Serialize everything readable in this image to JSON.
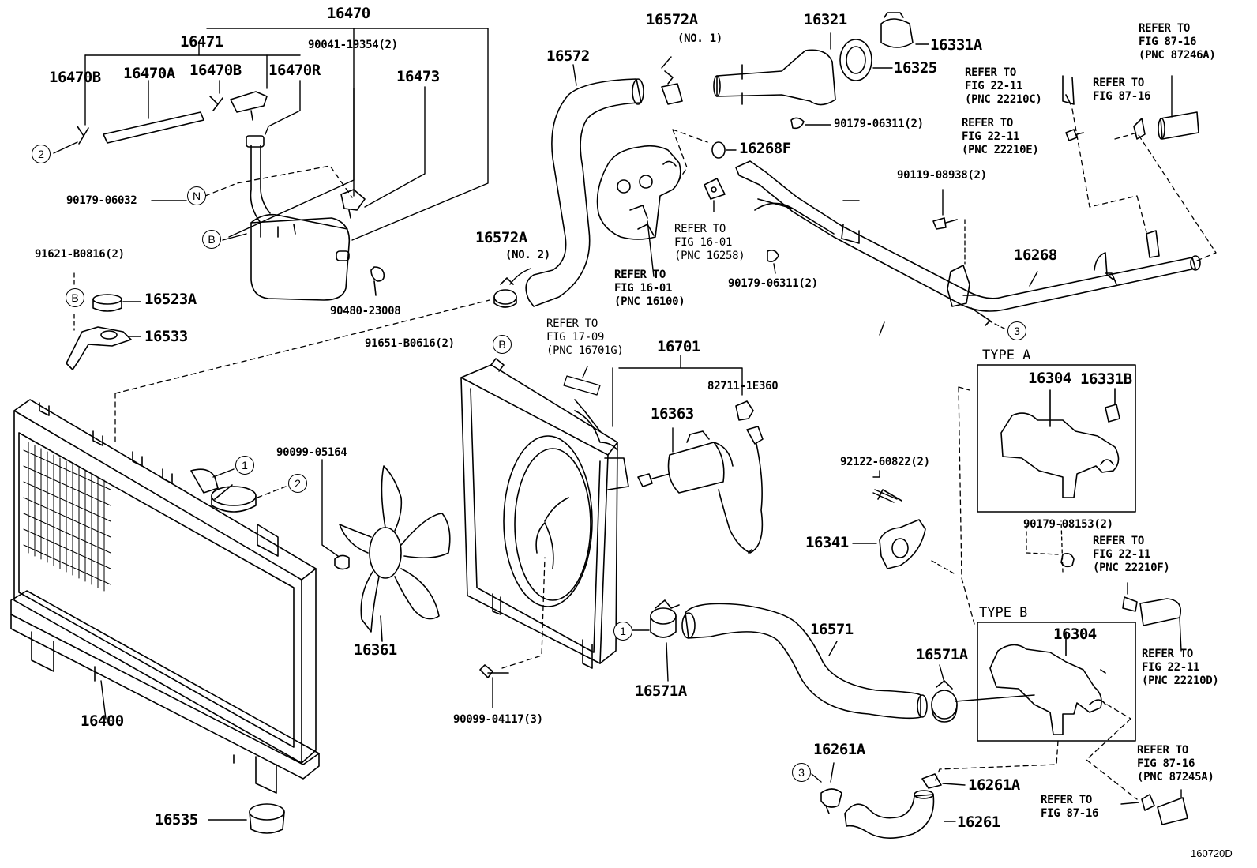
{
  "diagram": {
    "illustration_id": "160720D",
    "type_a": "TYPE A",
    "type_b": "TYPE B",
    "markers": {
      "one": "1",
      "two": "2",
      "three": "3",
      "b": "B",
      "n": "N"
    },
    "parts": {
      "p16470": "16470",
      "p16471": "16471",
      "p90041_19354": "90041-19354(2)",
      "p16470B_left": "16470B",
      "p16470A": "16470A",
      "p16470B_mid": "16470B",
      "p16470R": "16470R",
      "p16473": "16473",
      "p90179_06032": "90179-06032",
      "p91621_B0816": "91621-B0816(2)",
      "p16523A": "16523A",
      "p16533": "16533",
      "p90480_23008": "90480-23008",
      "p91651_B0616": "91651-B0616(2)",
      "p16572": "16572",
      "p16572A_1": "16572A",
      "no1": "(NO. 1)",
      "p16572A_2": "16572A",
      "no2": "(NO. 2)",
      "p16321": "16321",
      "p16331A": "16331A",
      "p16325": "16325",
      "p90179_06311_a": "90179-06311(2)",
      "p16268F": "16268F",
      "p90119_08938": "90119-08938(2)",
      "p16268": "16268",
      "p90179_06311_b": "90179-06311(2)",
      "p16701": "16701",
      "p82711_1E360": "82711-1E360",
      "p16363": "16363",
      "p90099_05164": "90099-05164",
      "p16361": "16361",
      "p16400": "16400",
      "p16535": "16535",
      "p90099_04117": "90099-04117(3)",
      "p16571A_mid": "16571A",
      "p16571": "16571",
      "p16571A_right": "16571A",
      "p92122_60822": "92122-60822(2)",
      "p16341": "16341",
      "p16304_a": "16304",
      "p16331B": "16331B",
      "p90179_08153": "90179-08153(2)",
      "p16304_b": "16304",
      "p16261A_left": "16261A",
      "p16261A_right": "16261A",
      "p16261": "16261"
    },
    "refs": {
      "r1": {
        "l1": "REFER TO",
        "l2": "FIG 87-16",
        "l3": "(PNC 87246A)"
      },
      "r2": {
        "l1": "REFER TO",
        "l2": "FIG 22-11",
        "l3": "(PNC 22210C)"
      },
      "r3": {
        "l1": "REFER TO",
        "l2": "FIG 87-16"
      },
      "r4": {
        "l1": "REFER TO",
        "l2": "FIG 22-11",
        "l3": "(PNC 22210E)"
      },
      "r5": {
        "l1": "REFER TO",
        "l2": "FIG 16-01",
        "l3": "(PNC 16258)"
      },
      "r6": {
        "l1": "REFER TO",
        "l2": "FIG 16-01",
        "l3": "(PNC 16100)"
      },
      "r7": {
        "l1": "REFER TO",
        "l2": "FIG 17-09",
        "l3": "(PNC 16701G)"
      },
      "r8": {
        "l1": "REFER TO",
        "l2": "FIG 22-11",
        "l3": "(PNC 22210F)"
      },
      "r9": {
        "l1": "REFER TO",
        "l2": "FIG 22-11",
        "l3": "(PNC 22210D)"
      },
      "r10": {
        "l1": "REFER TO",
        "l2": "FIG 87-16",
        "l3": "(PNC 87245A)"
      },
      "r11": {
        "l1": "REFER TO",
        "l2": "FIG 87-16"
      }
    }
  }
}
